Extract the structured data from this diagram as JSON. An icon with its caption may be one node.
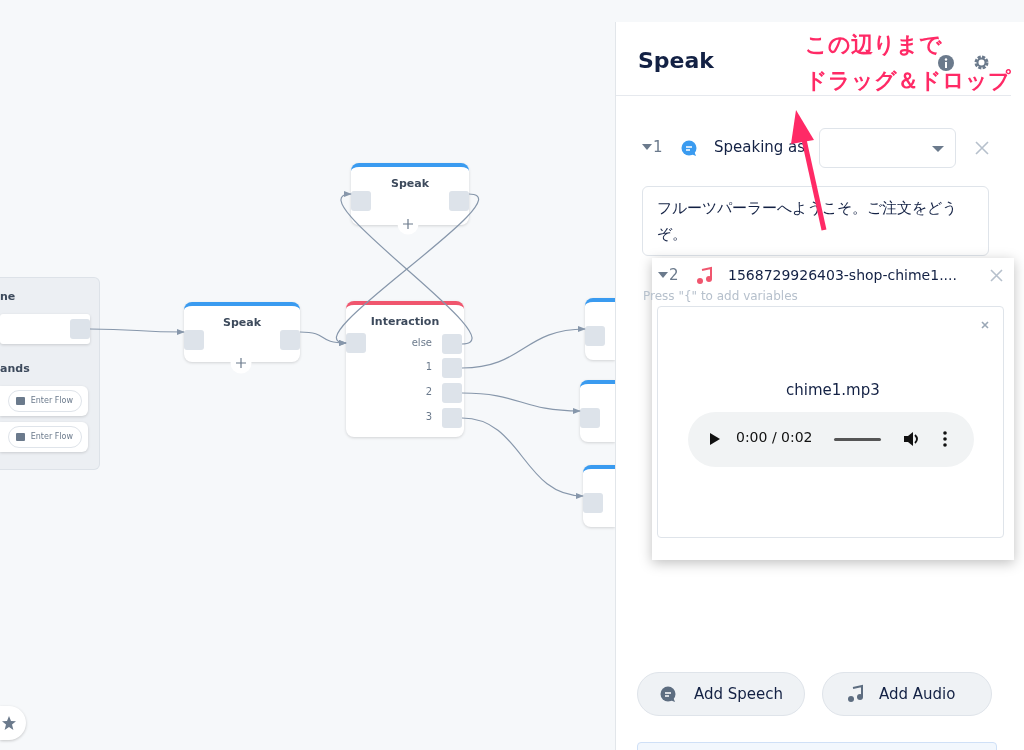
{
  "diagram": {
    "nodes": [
      {
        "text": [
          "ne",
          "ands"
        ]
      },
      {
        "text": [],
        "shape": "box",
        "in": 0
      },
      {
        "text": [
          "Enter Flow"
        ],
        "in": 0
      },
      {
        "text": [
          "Enter Flow"
        ],
        "in": 0
      },
      {
        "text": [
          "Speak"
        ]
      },
      {
        "text": [
          "Speak"
        ]
      },
      {
        "text": [
          "Interaction"
        ]
      },
      {
        "text": [],
        "shape": "box",
        "in": 6
      },
      {
        "text": [
          "else"
        ],
        "in": 6
      },
      {
        "text": [
          "1"
        ],
        "in": 6
      },
      {
        "text": [
          "2"
        ],
        "in": 6
      },
      {
        "text": [
          "3"
        ],
        "in": 6
      },
      {
        "text": [],
        "shape": "box"
      },
      {
        "text": [],
        "shape": "box"
      },
      {
        "text": [],
        "shape": "box"
      }
    ],
    "edges": [
      {
        "from": 1,
        "to": 4,
        "arrow": "to"
      },
      {
        "from": 4,
        "to": 7,
        "arrow": "to"
      },
      {
        "from": 5,
        "to": 7,
        "arrow": "to"
      },
      {
        "from": 8,
        "to": 5,
        "arrow": "to"
      },
      {
        "from": 9,
        "to": 12,
        "arrow": "to"
      },
      {
        "from": 10,
        "to": 13,
        "arrow": "to"
      },
      {
        "from": 11,
        "to": 14,
        "arrow": "to"
      }
    ],
    "labels": [
      "Speak",
      "1",
      "Speaking as",
      "フルーツパーラーへようこそ。ご注文をどうぞ。",
      "Press \"{\" to add variables",
      "2",
      "1568729926403-shop-chime1....",
      "chime1.mp3",
      "0:00 / 0:02",
      "Add Speech",
      "Add Audio",
      "この辺りまで",
      "ドラッグ＆ドロップ"
    ]
  }
}
